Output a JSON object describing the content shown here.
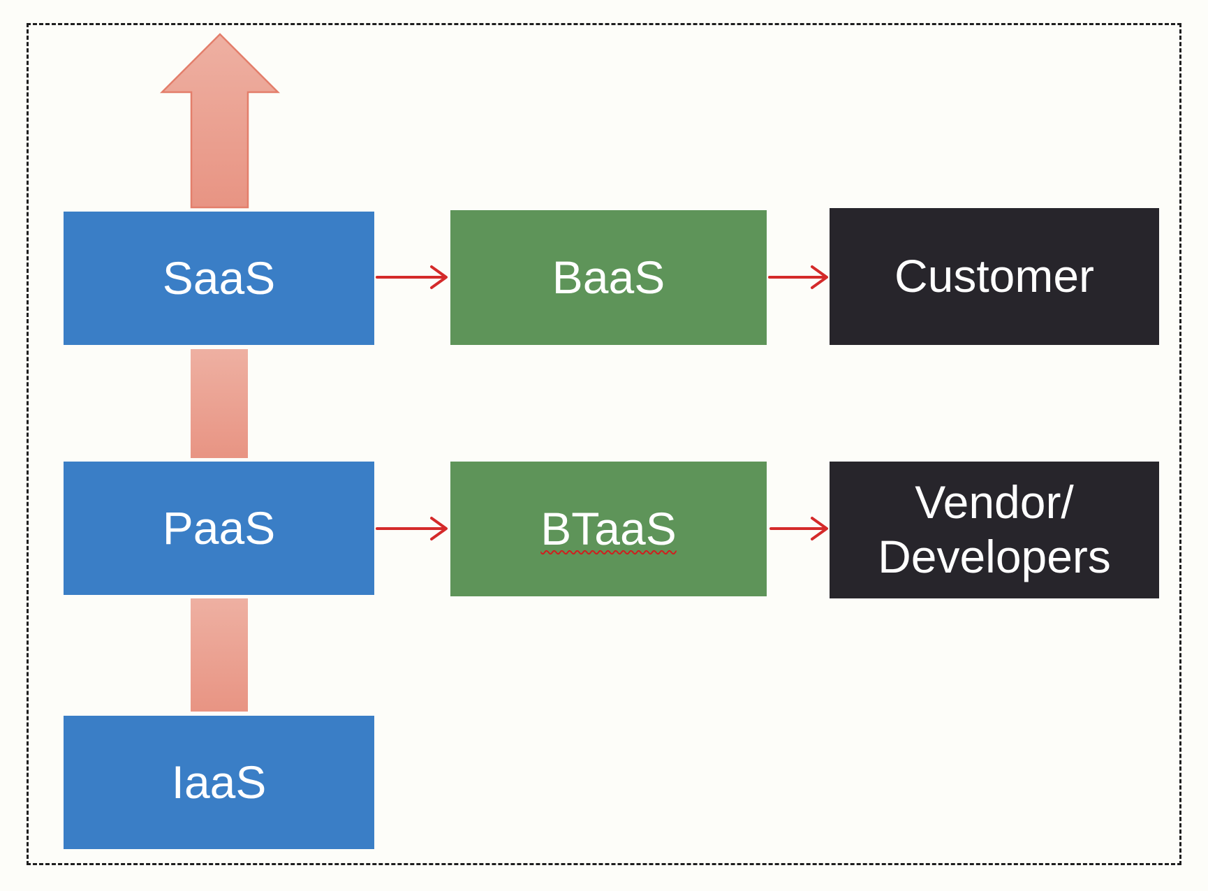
{
  "diagram": {
    "colors": {
      "service_layer": "#3a7ec6",
      "business_layer": "#5e9459",
      "party": "#27252b",
      "connector": "#d42a2a",
      "growth_arrow": "#eaa595",
      "frame": "#1e1e1e"
    },
    "nodes": {
      "saas": {
        "label": "SaaS"
      },
      "paas": {
        "label": "PaaS"
      },
      "iaas": {
        "label": "IaaS"
      },
      "baas": {
        "label": "BaaS"
      },
      "btaas": {
        "label": "BTaaS"
      },
      "customer": {
        "label": "Customer"
      },
      "vendor_developers": {
        "label": "Vendor/\nDevelopers"
      }
    },
    "edges": [
      {
        "from": "saas",
        "to": "baas"
      },
      {
        "from": "baas",
        "to": "customer"
      },
      {
        "from": "paas",
        "to": "btaas"
      },
      {
        "from": "btaas",
        "to": "vendor_developers"
      },
      {
        "from": "iaas",
        "to": "paas"
      },
      {
        "from": "paas",
        "to": "saas"
      }
    ]
  }
}
